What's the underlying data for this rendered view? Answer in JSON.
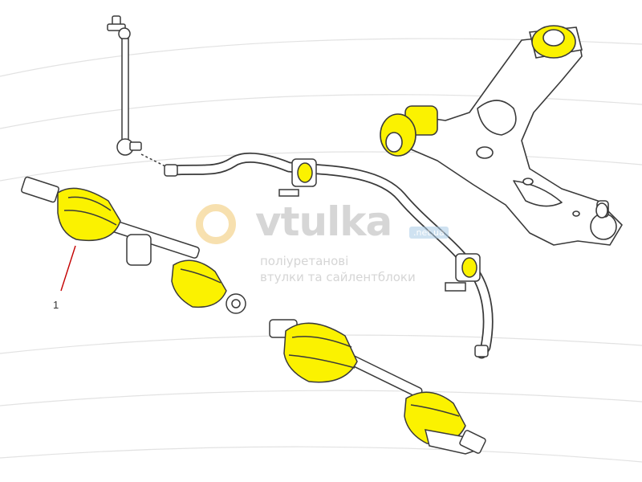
{
  "callouts": [
    {
      "label": "1"
    }
  ],
  "watermark": {
    "brand": "vtulka",
    "tld": ".net.ua",
    "tagline_line1": "поліуретанові",
    "tagline_line2": "втулки та сайлентблоки"
  },
  "colors": {
    "highlight": "#fbf200",
    "outline": "#3a3a3a",
    "callout_line": "#c40000",
    "watermark_ring": "#f2c86e",
    "watermark_text": "#b5b5b5",
    "watermark_tld_bg": "#a9cbe6"
  },
  "icons": {
    "watermark_mark": "ring-logo-icon"
  }
}
